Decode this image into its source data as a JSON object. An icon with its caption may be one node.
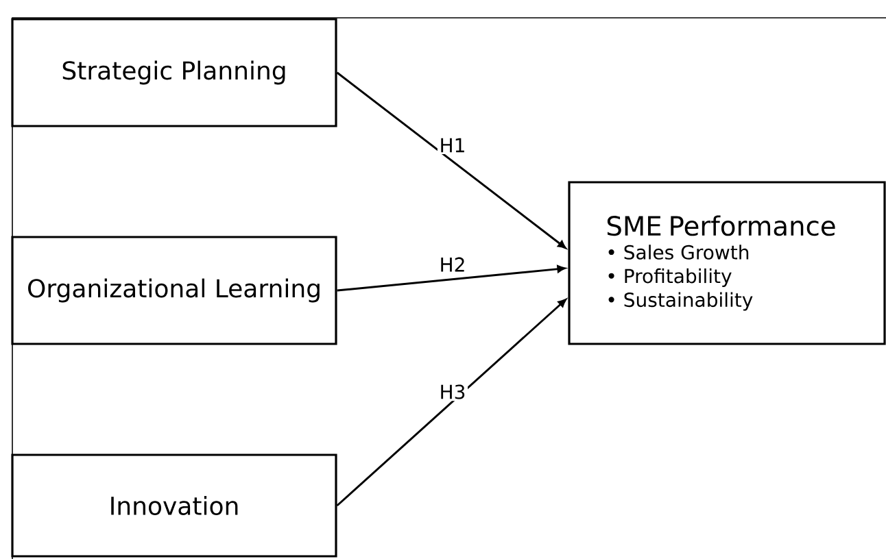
{
  "diagram": {
    "nodes": [
      {
        "text": [
          "Strategic Planning"
        ]
      },
      {
        "text": [
          "Organizational Learning"
        ]
      },
      {
        "text": [
          "Innovation"
        ]
      },
      {
        "text": [
          "SME Performance",
          "• Sales Growth",
          "• Profitability",
          "• Sustainability"
        ]
      }
    ],
    "edges": [
      {
        "from": 0,
        "to": 3,
        "arrow": "to",
        "label": "H1"
      },
      {
        "from": 1,
        "to": 3,
        "arrow": "to",
        "label": "H2"
      },
      {
        "from": 2,
        "to": 3,
        "arrow": "to",
        "label": "H3"
      }
    ]
  }
}
